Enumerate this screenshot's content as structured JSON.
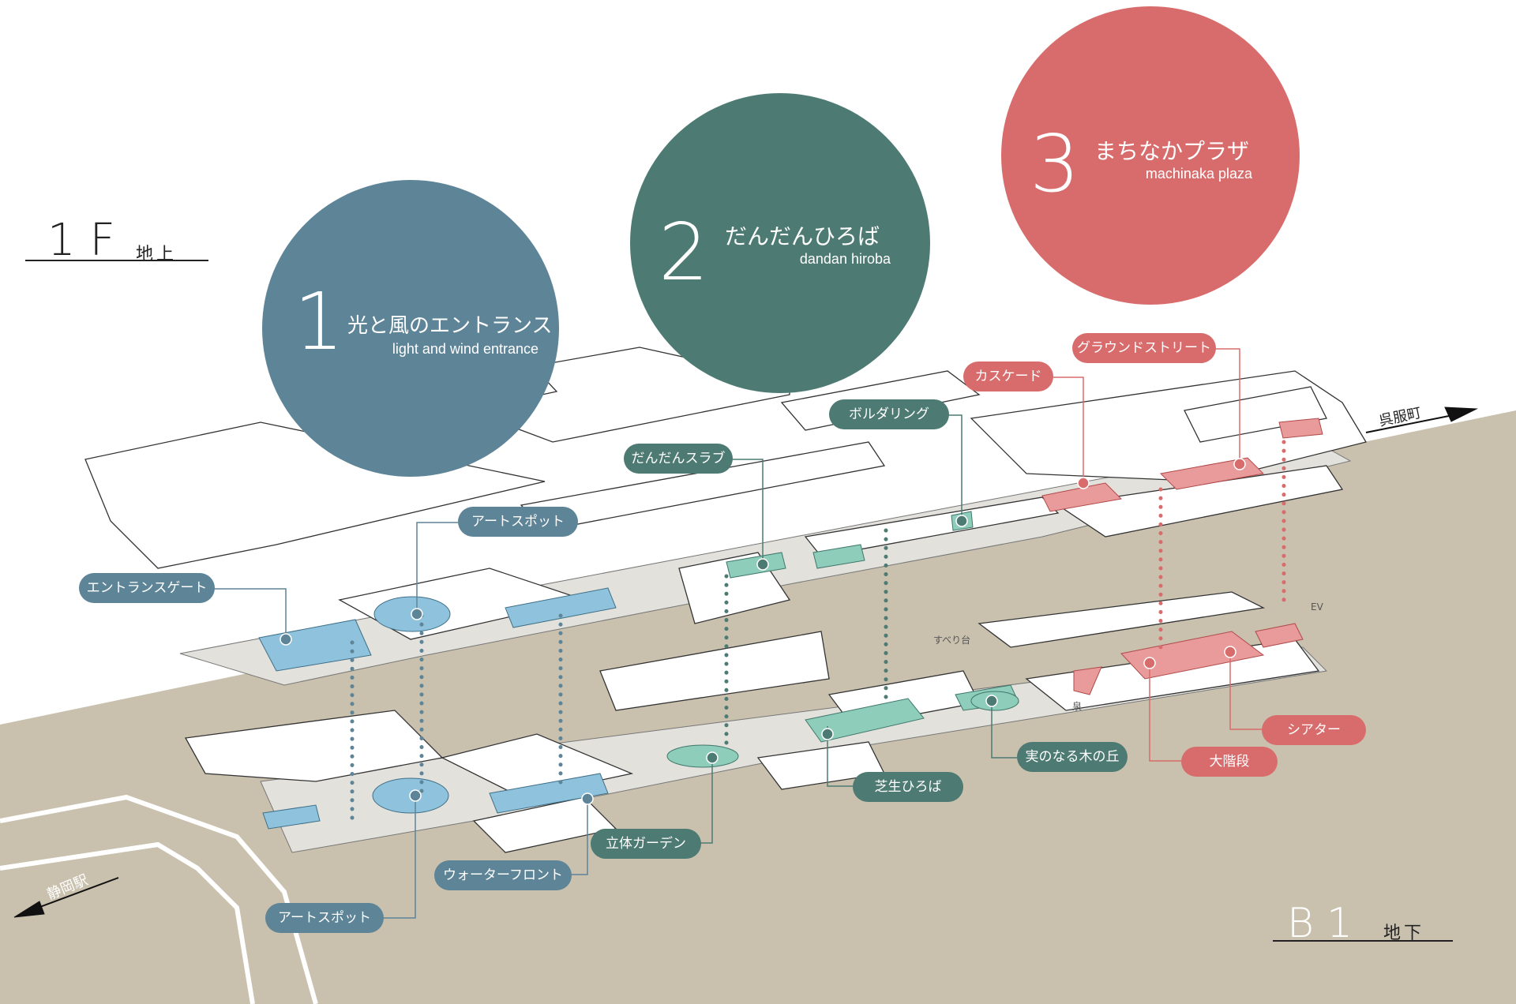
{
  "colors": {
    "zone1": "#5e8497",
    "zone2": "#4d7a72",
    "zone3": "#d86c6c",
    "ground": "#c9c1ae",
    "floor_slab": "#e3e1dc"
  },
  "floors": {
    "upper": {
      "code": "1F",
      "name": "地上"
    },
    "lower": {
      "code": "B1",
      "name": "地下"
    }
  },
  "zones": [
    {
      "number": "1",
      "title_jp": "光と風のエントランス",
      "title_en": "light and wind entrance"
    },
    {
      "number": "2",
      "title_jp": "だんだんひろば",
      "title_en": "dandan hiroba"
    },
    {
      "number": "3",
      "title_jp": "まちなかプラザ",
      "title_en": "machinaka plaza"
    }
  ],
  "labels": {
    "entrance_gate": "エントランスゲート",
    "art_spot_upper": "アートスポット",
    "dandan_slab": "だんだんスラブ",
    "bouldering": "ボルダリング",
    "cascade": "カスケード",
    "ground_street": "グラウンドストリート",
    "waterfront": "ウォーターフロント",
    "art_spot_lower": "アートスポット",
    "rittai_garden": "立体ガーデン",
    "lawn_plaza": "芝生ひろば",
    "fruit_hill": "実のなる木の丘",
    "grand_stairs": "大階段",
    "theater": "シアター"
  },
  "small_labels": {
    "slide": "すべり台",
    "fountain": "泉",
    "ev": "EV"
  },
  "directions": {
    "east": "呉服町",
    "west": "静岡駅"
  }
}
